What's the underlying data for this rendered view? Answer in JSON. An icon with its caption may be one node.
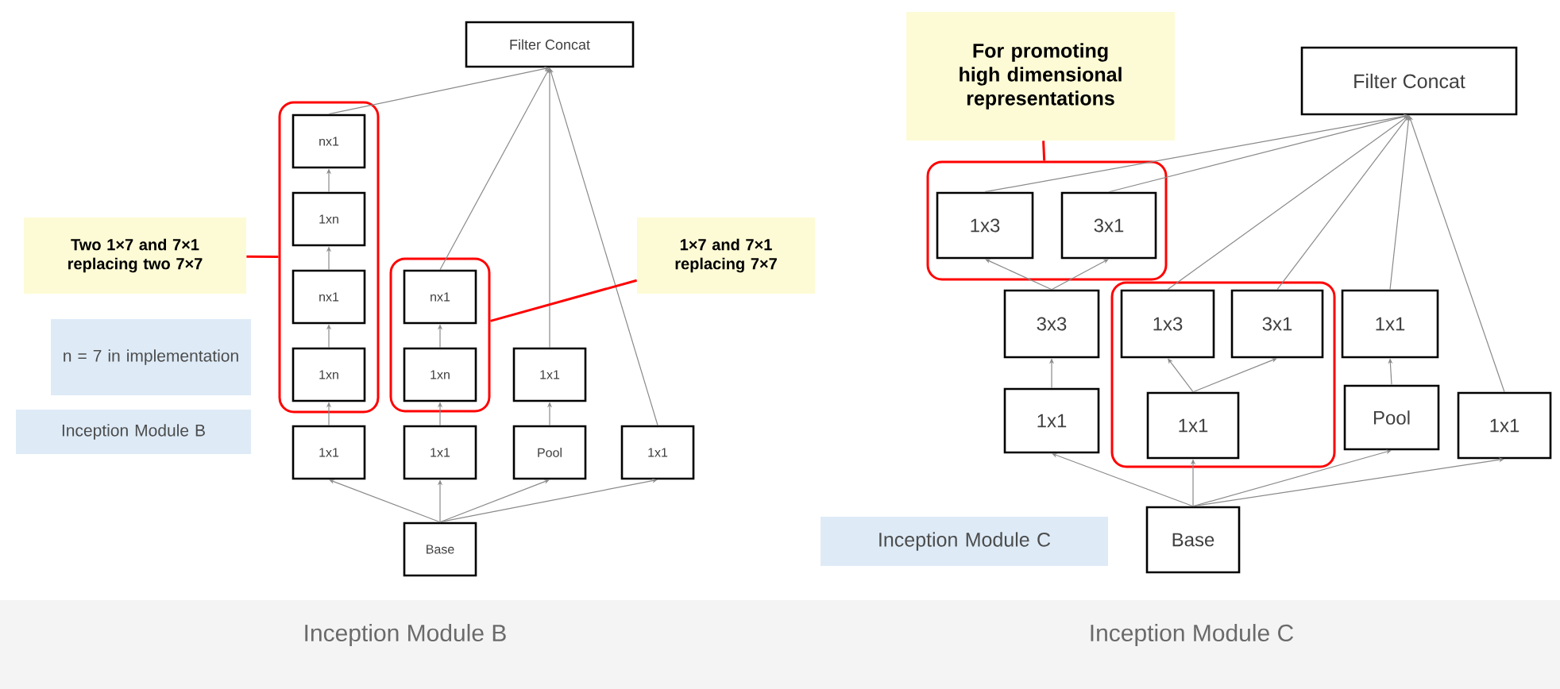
{
  "diagram": {
    "nodes": [
      {
        "text": [
          "Filter Concat"
        ]
      },
      {
        "text": [],
        "shape": "box"
      },
      {
        "text": [
          "nx1"
        ],
        "in": 1
      },
      {
        "text": [
          "1xn"
        ],
        "in": 1
      },
      {
        "text": [
          "nx1"
        ],
        "in": 1
      },
      {
        "text": [
          "1xn"
        ],
        "in": 1
      },
      {
        "text": [],
        "shape": "box"
      },
      {
        "text": [
          "nx1"
        ],
        "in": 6
      },
      {
        "text": [
          "1xn"
        ],
        "in": 6
      },
      {
        "text": [
          "1x1"
        ]
      },
      {
        "text": [
          "1x1"
        ]
      },
      {
        "text": [
          "1x1"
        ]
      },
      {
        "text": [
          "Pool"
        ]
      },
      {
        "text": [
          "1x1"
        ]
      },
      {
        "text": [
          "Base"
        ]
      },
      {
        "text": [
          "Two 1×7 and 7×1 replacing two 7×7"
        ]
      },
      {
        "text": [
          "1×7 and 7×1 replacing 7×7"
        ]
      },
      {
        "text": [
          "n = 7 in implementation"
        ]
      },
      {
        "text": [
          "Inception Module B"
        ]
      },
      {
        "text": [
          "Filter Concat"
        ]
      },
      {
        "text": [],
        "shape": "box"
      },
      {
        "text": [
          "1x3"
        ],
        "in": 20
      },
      {
        "text": [
          "3x1"
        ],
        "in": 20
      },
      {
        "text": [
          "3x3"
        ]
      },
      {
        "text": [],
        "shape": "box"
      },
      {
        "text": [
          "1x3"
        ],
        "in": 24
      },
      {
        "text": [
          "3x1"
        ],
        "in": 24
      },
      {
        "text": [
          "1x1"
        ]
      },
      {
        "text": [
          "1x1"
        ]
      },
      {
        "text": [
          "1x1"
        ],
        "in": 24
      },
      {
        "text": [
          "Pool"
        ]
      },
      {
        "text": [
          "1x1"
        ]
      },
      {
        "text": [
          "Base"
        ]
      },
      {
        "text": [
          "For promoting high dimensional representations"
        ]
      },
      {
        "text": [
          "Inception Module C"
        ]
      }
    ],
    "edges": [
      {
        "from": 14,
        "to": 10,
        "arrow": "to"
      },
      {
        "from": 14,
        "to": 11,
        "arrow": "to"
      },
      {
        "from": 14,
        "to": 12,
        "arrow": "to"
      },
      {
        "from": 14,
        "to": 13,
        "arrow": "to"
      },
      {
        "from": 10,
        "to": 5,
        "arrow": "to"
      },
      {
        "from": 5,
        "to": 4,
        "arrow": "to"
      },
      {
        "from": 4,
        "to": 3,
        "arrow": "to"
      },
      {
        "from": 3,
        "to": 2,
        "arrow": "to"
      },
      {
        "from": 2,
        "to": 0,
        "arrow": "to"
      },
      {
        "from": 11,
        "to": 8,
        "arrow": "to"
      },
      {
        "from": 8,
        "to": 7,
        "arrow": "to"
      },
      {
        "from": 7,
        "to": 0,
        "arrow": "to"
      },
      {
        "from": 12,
        "to": 9,
        "arrow": "to"
      },
      {
        "from": 9,
        "to": 0,
        "arrow": "to"
      },
      {
        "from": 13,
        "to": 0,
        "arrow": "to"
      },
      {
        "from": 15,
        "to": 1,
        "arrow": "none",
        "color": "#ff0000"
      },
      {
        "from": 16,
        "to": 6,
        "arrow": "none",
        "color": "#ff0000"
      },
      {
        "from": 32,
        "to": 28,
        "arrow": "to"
      },
      {
        "from": 32,
        "to": 29,
        "arrow": "to"
      },
      {
        "from": 32,
        "to": 30,
        "arrow": "to"
      },
      {
        "from": 32,
        "to": 31,
        "arrow": "to"
      },
      {
        "from": 28,
        "to": 23,
        "arrow": "to"
      },
      {
        "from": 23,
        "to": 21,
        "arrow": "to"
      },
      {
        "from": 23,
        "to": 22,
        "arrow": "to"
      },
      {
        "from": 29,
        "to": 25,
        "arrow": "to"
      },
      {
        "from": 29,
        "to": 26,
        "arrow": "to"
      },
      {
        "from": 30,
        "to": 27,
        "arrow": "to"
      },
      {
        "from": 21,
        "to": 19,
        "arrow": "to"
      },
      {
        "from": 22,
        "to": 19,
        "arrow": "to"
      },
      {
        "from": 25,
        "to": 19,
        "arrow": "to"
      },
      {
        "from": 26,
        "to": 19,
        "arrow": "to"
      },
      {
        "from": 27,
        "to": 19,
        "arrow": "to"
      },
      {
        "from": 31,
        "to": 19,
        "arrow": "to"
      },
      {
        "from": 33,
        "to": 20,
        "arrow": "none",
        "color": "#ff0000"
      }
    ],
    "labels": [
      "Inception Module B",
      "Inception Module C"
    ]
  }
}
